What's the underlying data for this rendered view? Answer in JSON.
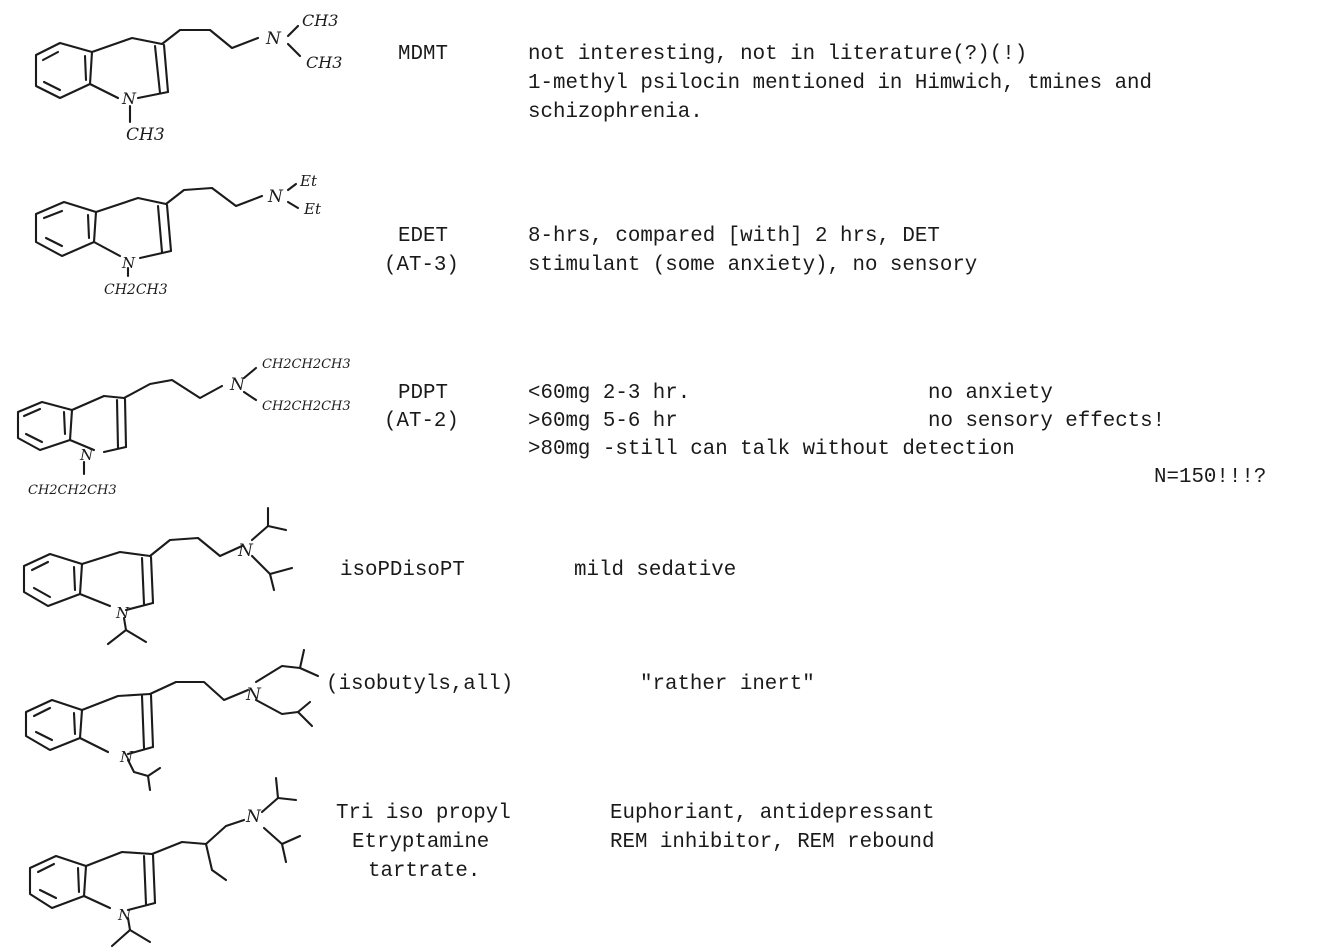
{
  "entries": [
    {
      "code": "MDMT",
      "notes": [
        "not interesting, not in literature(?)(!)",
        "1-methyl psilocin mentioned in Himwich, tmines and",
        "schizophrenia."
      ],
      "structure_labels": {
        "n_ring": "N",
        "n_sub": "CH3",
        "n_chain": "N",
        "r1": "CH3",
        "r2": "CH3"
      }
    },
    {
      "code": "EDET",
      "alias": "(AT-3)",
      "notes": [
        "8-hrs, compared [with] 2 hrs, DET",
        "stimulant (some anxiety), no sensory"
      ],
      "structure_labels": {
        "n_ring": "N",
        "n_sub": "CH2CH3",
        "n_chain": "N",
        "r1": "Et",
        "r2": "Et"
      }
    },
    {
      "code": "PDPT",
      "alias": "(AT-2)",
      "notes": [
        "<60mg 2-3 hr.",
        ">60mg 5-6 hr",
        ">80mg -still can talk without detection"
      ],
      "side_notes": [
        "no anxiety",
        "no sensory effects!"
      ],
      "count_note": "N=150!!!?",
      "structure_labels": {
        "n_ring": "N",
        "n_sub": "CH2CH2CH3",
        "n_chain": "N",
        "r1": "CH2CH2CH3",
        "r2": "CH2CH2CH3"
      }
    },
    {
      "code": "isoPDisoPT",
      "notes": [
        "mild sedative"
      ],
      "structure_labels": {
        "n_ring": "N",
        "n_chain": "N"
      }
    },
    {
      "code": "(isobutyls,all)",
      "notes": [
        "\"rather inert\""
      ],
      "structure_labels": {
        "n_ring": "N",
        "n_chain": "N"
      }
    },
    {
      "code_lines": [
        "Tri iso propyl",
        "Etryptamine",
        "tartrate."
      ],
      "notes": [
        "Euphoriant, antidepressant",
        "REM inhibitor, REM rebound"
      ],
      "structure_labels": {
        "n_ring": "N",
        "n_chain": "N"
      }
    }
  ]
}
